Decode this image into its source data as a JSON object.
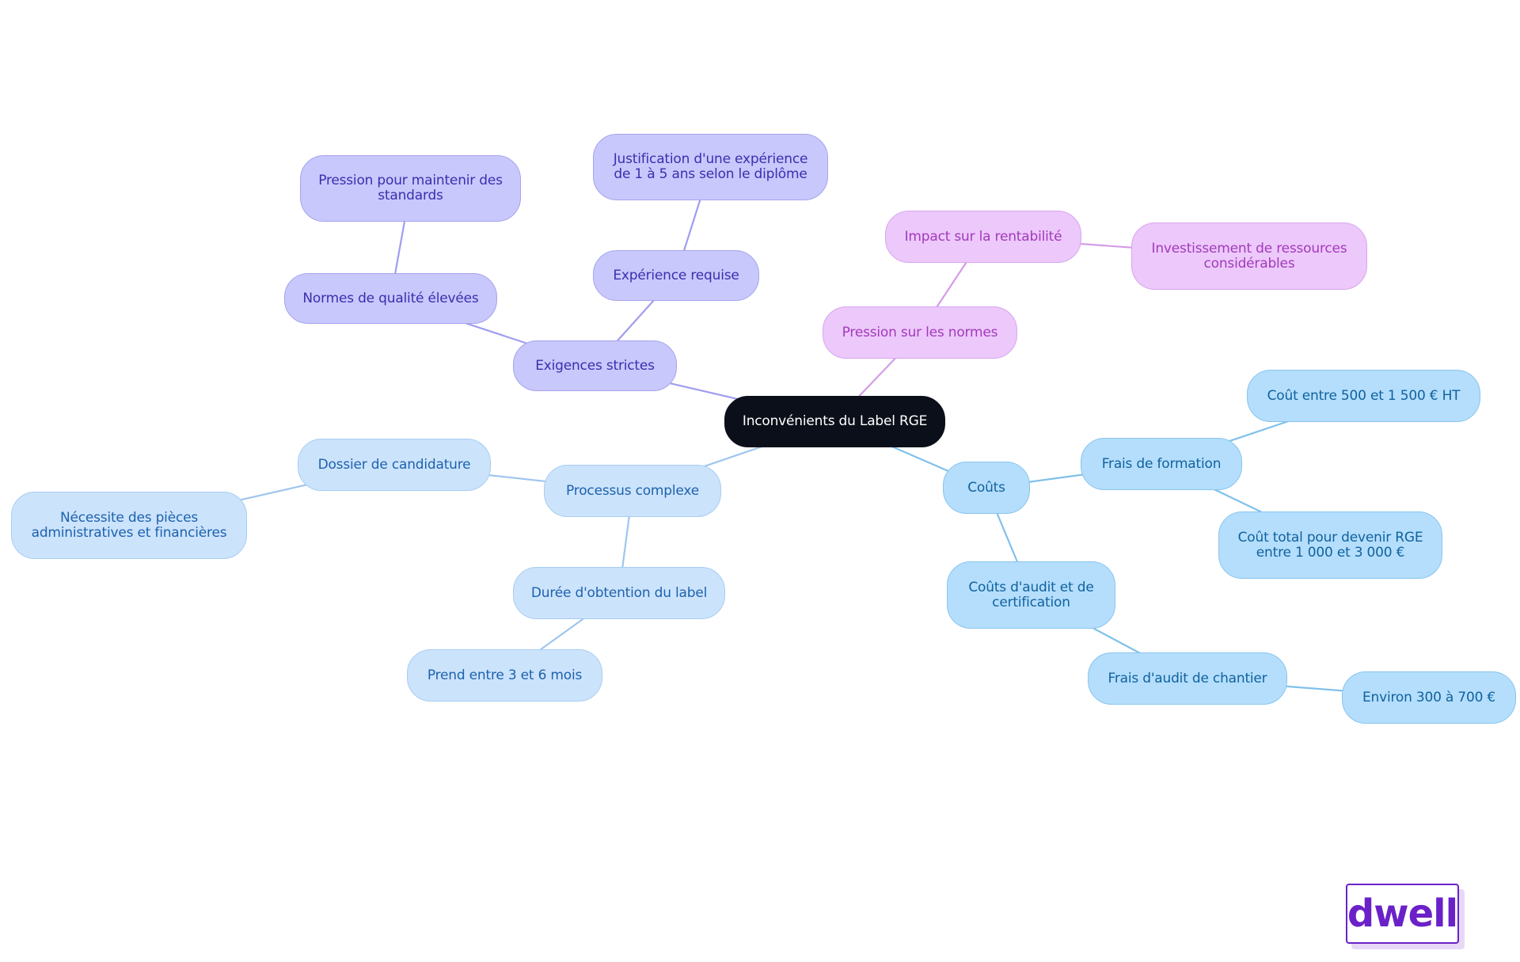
{
  "colors": {
    "root": "#0b0f19",
    "violet_branch": "#a09df0",
    "pink_branch": "#d39ce8",
    "lightblue_branch": "#9fc6ef",
    "blue_branch": "#7fc1ea",
    "logo": "#6b21c8"
  },
  "root": {
    "label": "Inconvénients du Label RGE"
  },
  "branches": {
    "exigences": {
      "label": "Exigences strictes",
      "normes": {
        "label": "Normes de qualité élevées",
        "pression": [
          "Pression pour maintenir des",
          "standards"
        ]
      },
      "experience": {
        "label": "Expérience requise",
        "justification": [
          "Justification d'une expérience",
          "de 1 à 5 ans selon le diplôme"
        ]
      }
    },
    "pression_normes": {
      "label": "Pression sur les normes",
      "impact": {
        "label": "Impact sur la rentabilité",
        "investissement": [
          "Investissement de ressources",
          "considérables"
        ]
      }
    },
    "processus": {
      "label": "Processus complexe",
      "dossier": {
        "label": "Dossier de candidature",
        "pieces": [
          "Nécessite des pièces",
          "administratives et financières"
        ]
      },
      "duree": {
        "label": "Durée d'obtention du label",
        "delai": "Prend entre 3 et 6 mois"
      }
    },
    "couts": {
      "label": "Coûts",
      "formation": {
        "label": "Frais de formation",
        "cout_formation": "Coût entre 500 et 1 500 € HT",
        "cout_total": [
          "Coût total pour devenir RGE",
          "entre 1 000 et 3 000 €"
        ]
      },
      "audit": {
        "label": [
          "Coûts d'audit et de",
          "certification"
        ],
        "chantier": {
          "label": "Frais d'audit de chantier",
          "montant": "Environ 300 à 700 €"
        }
      }
    }
  },
  "logo": {
    "text": "dwell"
  }
}
